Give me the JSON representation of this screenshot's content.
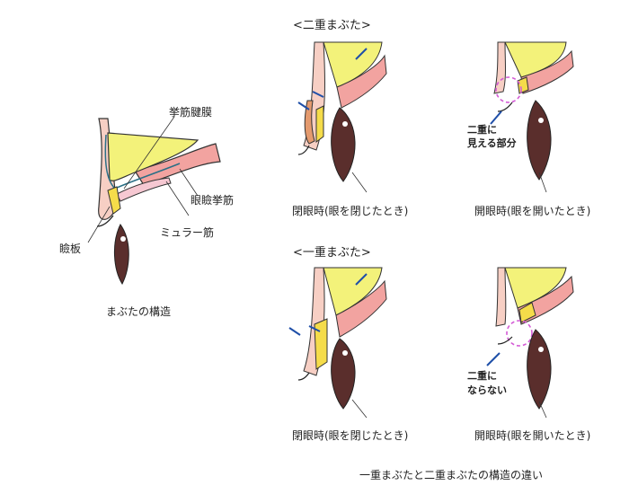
{
  "main_diagram": {
    "labels": {
      "aponeurosis": "挙筋腱膜",
      "levator": "眼瞼挙筋",
      "muller": "ミュラー筋",
      "tarsus": "瞼板"
    },
    "caption": "まぶたの構造"
  },
  "double_eyelid": {
    "heading": "<二重まぶた>",
    "closed_caption": "閉眼時(眼を閉じたとき)",
    "open_caption": "開眼時(眼を開いたとき)",
    "note_line1": "二重に",
    "note_line2": "見える部分"
  },
  "single_eyelid": {
    "heading": "<一重まぶた>",
    "closed_caption": "閉眼時(眼を閉じたとき)",
    "open_caption": "開眼時(眼を開いたとき)",
    "note_line1": "二重に",
    "note_line2": "ならない"
  },
  "footer_caption": "一重まぶたと二重まぶたの構造の違い",
  "colors": {
    "fat": "#f3f27a",
    "muscle": "#f2a3a0",
    "muscle_light": "#f6c8d2",
    "skin": "#f7cfc4",
    "tarsus": "#f5dc4a",
    "eye": "#5a2e2c",
    "highlight": "#d45bd6",
    "arrow": "#1f4fa8"
  }
}
